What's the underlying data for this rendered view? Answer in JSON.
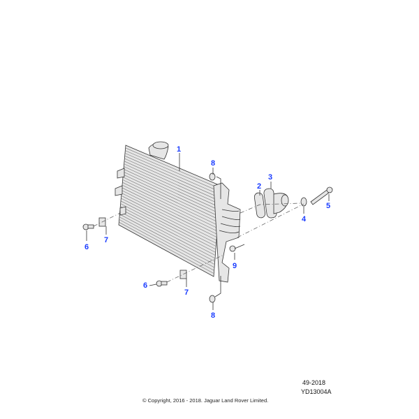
{
  "diagram": {
    "callouts": [
      "1",
      "2",
      "3",
      "4",
      "5",
      "6",
      "7",
      "8",
      "9",
      "6",
      "7",
      "8"
    ]
  },
  "footer": {
    "date": "49-2018",
    "code": "YD13004A",
    "copyright": "© Copyright, 2016 - 2018. Jaguar Land Rover Limited."
  }
}
